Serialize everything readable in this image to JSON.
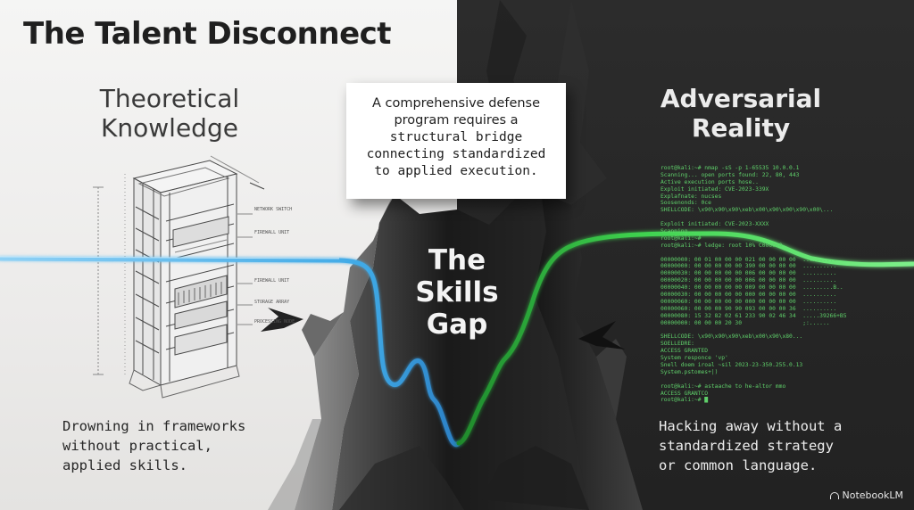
{
  "title": "The Talent Disconnect",
  "left": {
    "heading_line1": "Theoretical",
    "heading_line2": "Knowledge",
    "caption": [
      "Drowning in frameworks",
      "without practical,",
      "applied skills."
    ],
    "rack_labels": [
      "NETWORK SWITCH",
      "FIREWALL UNIT",
      "FIREWALL UNIT",
      "STORAGE ARRAY",
      "PROCESSING NODE"
    ]
  },
  "right": {
    "heading_line1": "Adversarial",
    "heading_line2": "Reality",
    "caption": [
      "Hacking away without a",
      "standardized strategy",
      "or common language."
    ],
    "terminal_lines": [
      "root@kali:~# nmap -sS -p 1-65535 10.0.0.1",
      "Scanning... open ports found: 22, 80, 443",
      "Active execution ports hose..",
      "Exploit initiated: CVE-2023-339X",
      "Explafnate: nucses",
      "Soosenonds: 0ce",
      "SHELLCODE: \\x90\\x90\\x90\\xeb\\x00\\x90\\x00\\x90\\x00\\...",
      "",
      "Exploit initiated: CVE-2023-XXXX",
      "Scanning...",
      "root@kali:~#",
      "root@kali:~# ledge: root 10% C000000",
      "",
      "00000000: 00 01 00 00 00 021 00 00 00 00  ..........",
      "00000000: 00 00 00 00 00 390 00 00 00 00  ..........",
      "00000030: 00 00 00 00 00 006 00 00 00 00  ..........",
      "00000020: 00 00 00 00 00 006 00 00 00 00  ..........",
      "00000040: 00 00 00 00 00 009 00 00 00 00  .........B..",
      "00000030: 00 00 00 00 00 000 00 00 00 00  ..........",
      "00000060: 00 00 00 00 00 000 00 00 00 00  ..........",
      "00000060: 00 00 00 90 90 093 00 00 00 36  ..........",
      "00000080: 15 32 82 02 61 233 90 02 46 34  .....39266+B5",
      "00000000: 00 00 00 20 30                  ;:......",
      "",
      "SHELLCODE: \\x90\\x90\\x90\\xeb\\x00\\x90\\x80...",
      "SOELLEDRE:",
      "ACCESS GRANTED",
      "System responce 'vp'",
      "Snell doem iroal ~sil 2023-23-350.255.0.13",
      "System.pstomes+|)",
      "",
      "root@kali:~# astaache to he-altor mmo",
      "ACCESS GRANTCO",
      "root@kali:~# █"
    ]
  },
  "callout": {
    "line1": "A comprehensive defense",
    "line2": "program requires a",
    "line3": "structural bridge",
    "line4": "connecting standardized",
    "line5": "to applied execution."
  },
  "gap": {
    "line1": "The",
    "line2": "Skills",
    "line3": "Gap"
  },
  "brand": "NotebookLM",
  "colors": {
    "left_bg": "#efefee",
    "right_bg": "#262626",
    "cable_blue": "#3fa9e6",
    "cable_green": "#3fd34f",
    "terminal_green": "#5fd06a"
  },
  "icons": {
    "brand": "notebooklm-icon"
  }
}
